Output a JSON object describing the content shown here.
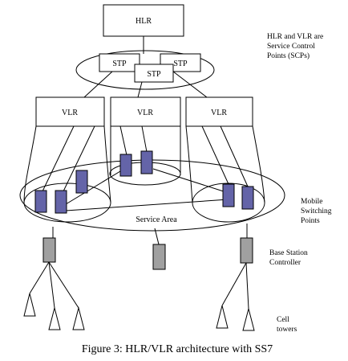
{
  "nodes": {
    "hlr": "HLR",
    "stp_left": "STP",
    "stp_right": "STP",
    "stp_center": "STP",
    "vlr_left": "VLR",
    "vlr_center": "VLR",
    "vlr_right": "VLR"
  },
  "annotations": {
    "scp_line1": "HLR and VLR are",
    "scp_line2": "Service Control",
    "scp_line3": "Points (SCPs)",
    "msp_line1": "Mobile",
    "msp_line2": "Switching",
    "msp_line3": "Points",
    "bsc_line1": "Base Station",
    "bsc_line2": "Controller",
    "cell_line1": "Cell",
    "cell_line2": "towers",
    "service_area": "Service Area"
  },
  "caption": "Figure 3: HLR/VLR architecture with SS7",
  "colors": {
    "switch_fill": "#6464a8",
    "controller_fill": "#a0a0a0",
    "line": "#000000"
  }
}
